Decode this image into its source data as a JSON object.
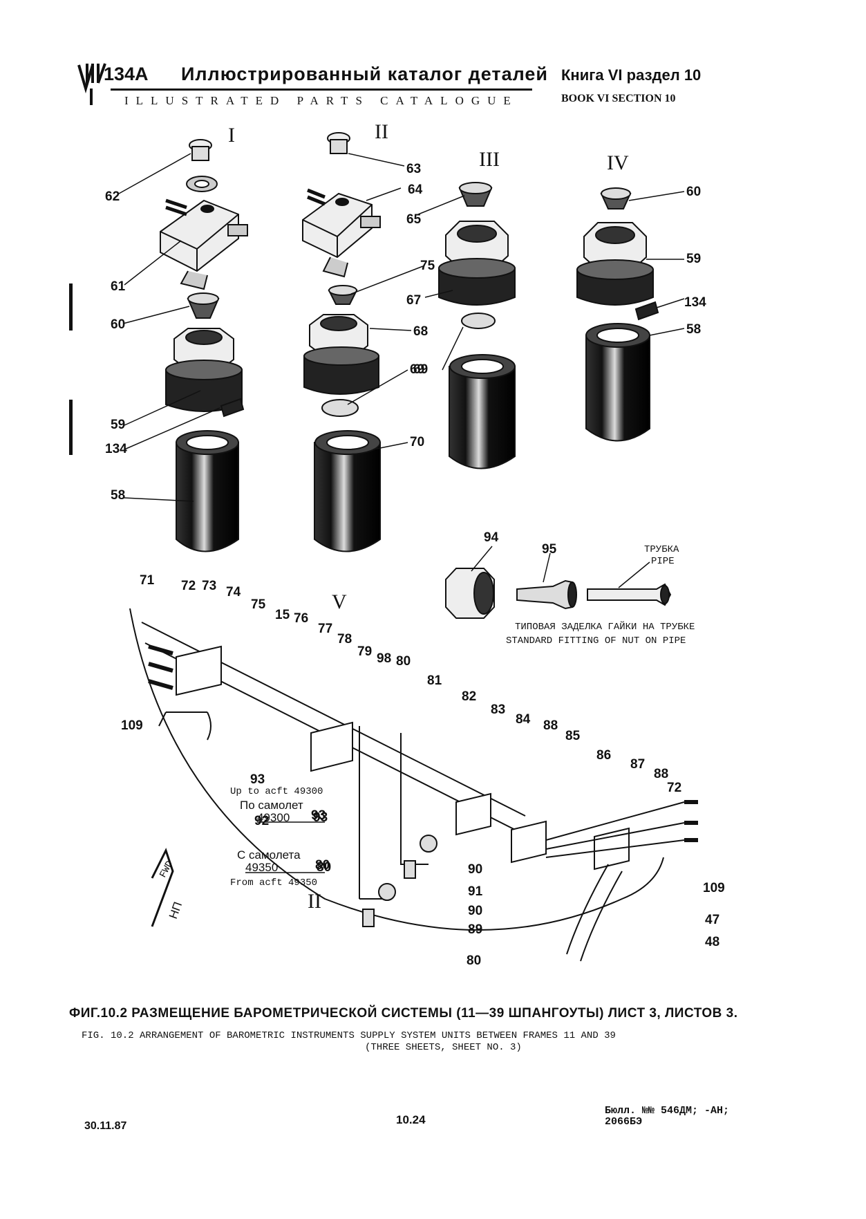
{
  "header": {
    "model": "134A",
    "title_ru": "Иллюстрированный каталог деталей",
    "title_en": "ILLUSTRATED PARTS CATALOGUE",
    "book_ru": "Книга VI раздел 10",
    "book_en": "BOOK VI SECTION 10"
  },
  "views": [
    "I",
    "II",
    "III",
    "IV",
    "V"
  ],
  "callouts": {
    "v1": [
      "62",
      "61",
      "60",
      "59",
      "134",
      "58"
    ],
    "v2": [
      "63",
      "64",
      "75",
      "68",
      "69",
      "70"
    ],
    "v3": [
      "65",
      "67",
      "69"
    ],
    "v4": [
      "60",
      "59",
      "134",
      "58"
    ],
    "fitting": [
      "94",
      "95"
    ],
    "v5": [
      "71",
      "72",
      "73",
      "74",
      "75",
      "15",
      "76",
      "77",
      "78",
      "79",
      "98",
      "80",
      "81",
      "82",
      "83",
      "84",
      "88",
      "85",
      "86",
      "87",
      "88",
      "72",
      "109",
      "109",
      "93",
      "92",
      "93",
      "80",
      "90",
      "91",
      "90",
      "89",
      "47",
      "48",
      "80",
      "II"
    ]
  },
  "fitting_note": {
    "pipe_ru": "ТРУБКА",
    "pipe_en": "PIPE",
    "line_ru": "ТИПОВАЯ ЗАДЕЛКА ГАЙКИ НА ТРУБКЕ",
    "line_en": "STANDARD FITTING OF NUT ON PIPE"
  },
  "notes": {
    "up_to_en": "Up to acft 49300",
    "up_to_ru": "По самолет",
    "up_to_num": "49300",
    "up_to_part": "93",
    "from_ru": "С самолета",
    "from_num": "49350",
    "from_part": "80",
    "from_en": "From acft 49350",
    "fwd": "FWD",
    "np": "НП"
  },
  "caption": {
    "ru": "ФИГ.10.2 РАЗМЕЩЕНИЕ БАРОМЕТРИЧЕСКОЙ СИСТЕМЫ (11—39 ШПАНГОУТЫ) ЛИСТ 3, ЛИСТОВ 3.",
    "en1": "FIG. 10.2 ARRANGEMENT OF BAROMETRIC INSTRUMENTS SUPPLY SYSTEM UNITS BETWEEN FRAMES 11 AND 39",
    "en2": "(THREE SHEETS, SHEET NO. 3)"
  },
  "footer": {
    "bulletin1": "Бюлл. №№ 546ДМ; -АН;",
    "bulletin2": "2066БЭ",
    "date": "30.11.87",
    "page": "10.24"
  }
}
